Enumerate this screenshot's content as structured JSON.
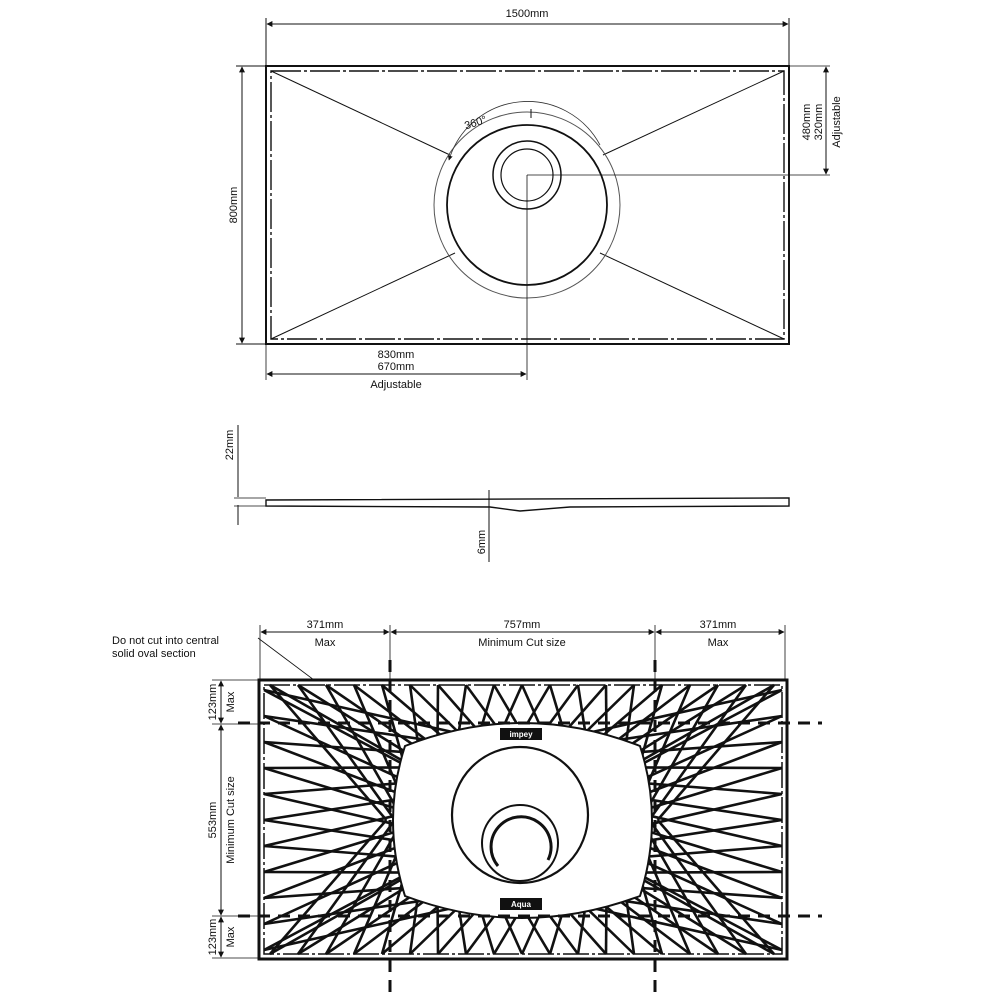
{
  "top_view": {
    "width_label": "1500mm",
    "height_label": "800mm",
    "rotation_label": "360°",
    "side_offset_max": "480mm",
    "side_offset_min": "320mm",
    "side_adjustable": "Adjustable",
    "bottom_offset_max": "830mm",
    "bottom_offset_min": "670mm",
    "bottom_adjustable": "Adjustable"
  },
  "side_view": {
    "thickness_label": "22mm",
    "recess_label": "6mm"
  },
  "cut_view": {
    "note_line1": "Do not cut into central",
    "note_line2": "solid oval section",
    "left_width": "371mm",
    "left_width_sub": "Max",
    "center_width": "757mm",
    "center_width_sub": "Minimum Cut size",
    "right_width": "371mm",
    "right_width_sub": "Max",
    "top_height": "123mm",
    "top_height_sub": "Max",
    "middle_height": "553mm",
    "middle_height_sub": "Minimum Cut size",
    "bottom_height": "123mm",
    "bottom_height_sub": "Max",
    "brand_top": "impey",
    "brand_bottom": "Aqua"
  }
}
